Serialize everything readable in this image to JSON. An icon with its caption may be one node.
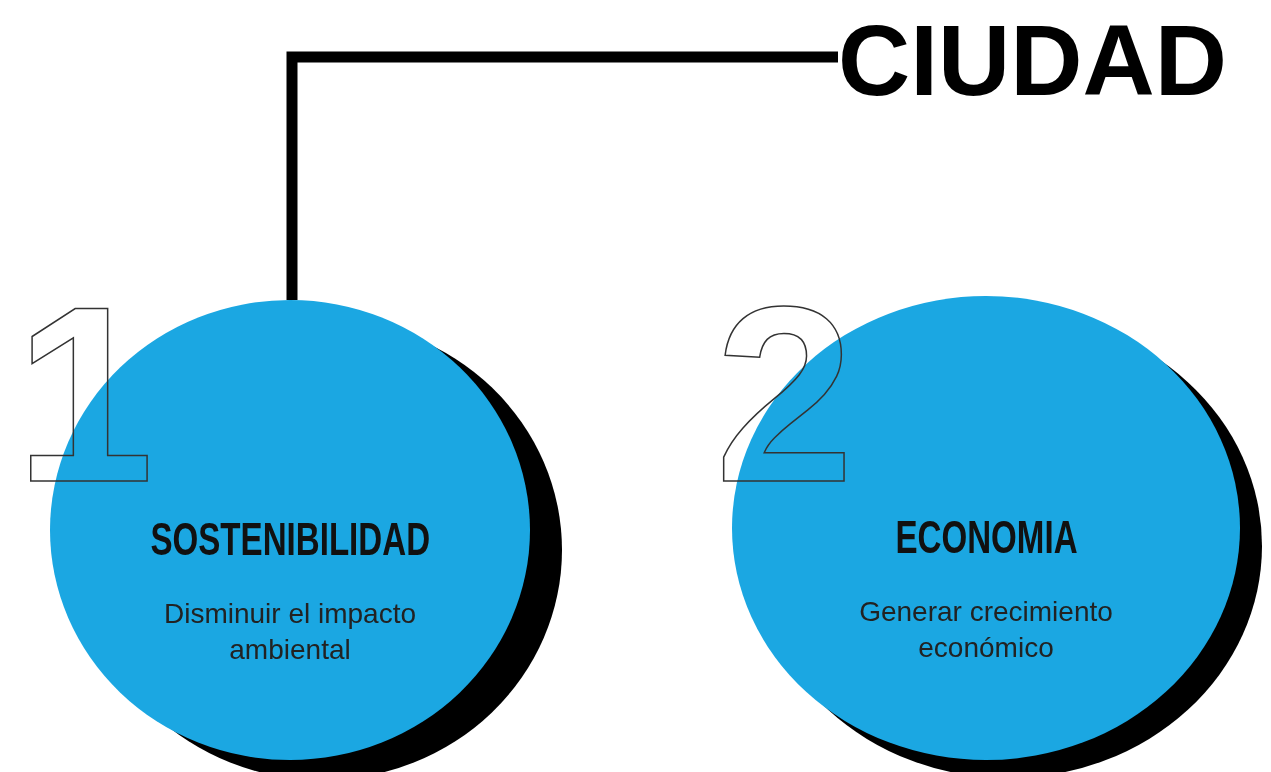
{
  "diagram": {
    "nodes": [
      {
        "text": [
          "CIUDAD"
        ]
      },
      {
        "text": [
          "SOSTENIBILIDAD",
          "Disminuir el impacto ambiental"
        ]
      },
      {
        "text": [
          "ECONOMIA",
          "Generar crecimiento económico"
        ]
      }
    ],
    "edges": [
      {
        "from": 0,
        "to": 1,
        "arrow": "none"
      }
    ],
    "labels": [
      "1",
      "2"
    ]
  }
}
